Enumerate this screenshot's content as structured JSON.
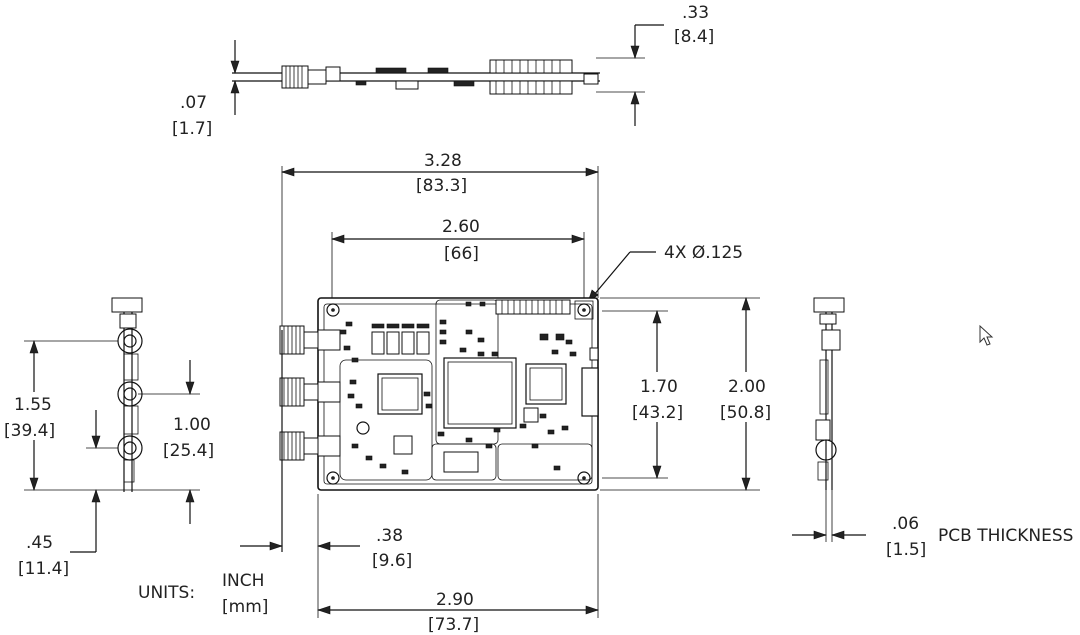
{
  "dimensions": {
    "top_height": {
      "inch": ".33",
      "mm": "[8.4]"
    },
    "top_thickness": {
      "inch": ".07",
      "mm": "[1.7]"
    },
    "overall_width": {
      "inch": "3.28",
      "mm": "[83.3]"
    },
    "hole_spacing_x": {
      "inch": "2.60",
      "mm": "[66]"
    },
    "hole_spec": "4X Ø.125",
    "hole_spacing_y": {
      "inch": "1.70",
      "mm": "[43.2]"
    },
    "board_height": {
      "inch": "2.00",
      "mm": "[50.8]"
    },
    "left_connector_span": {
      "inch": "1.55",
      "mm": "[39.4]"
    },
    "connector_pitch": {
      "inch": "1.00",
      "mm": "[25.4]"
    },
    "connector_offset": {
      "inch": ".45",
      "mm": "[11.4]"
    },
    "edge_offset": {
      "inch": ".38",
      "mm": "[9.6]"
    },
    "board_width": {
      "inch": "2.90",
      "mm": "[73.7]"
    },
    "pcb_thickness": {
      "inch": ".06",
      "mm": "[1.5]",
      "label": "PCB THICKNESS"
    }
  },
  "units": {
    "label": "UNITS:",
    "primary": "INCH",
    "secondary": "[mm]"
  },
  "icons": {
    "cursor": "mouse-pointer-icon"
  },
  "colors": {
    "line": "#111111",
    "background": "#ffffff"
  }
}
